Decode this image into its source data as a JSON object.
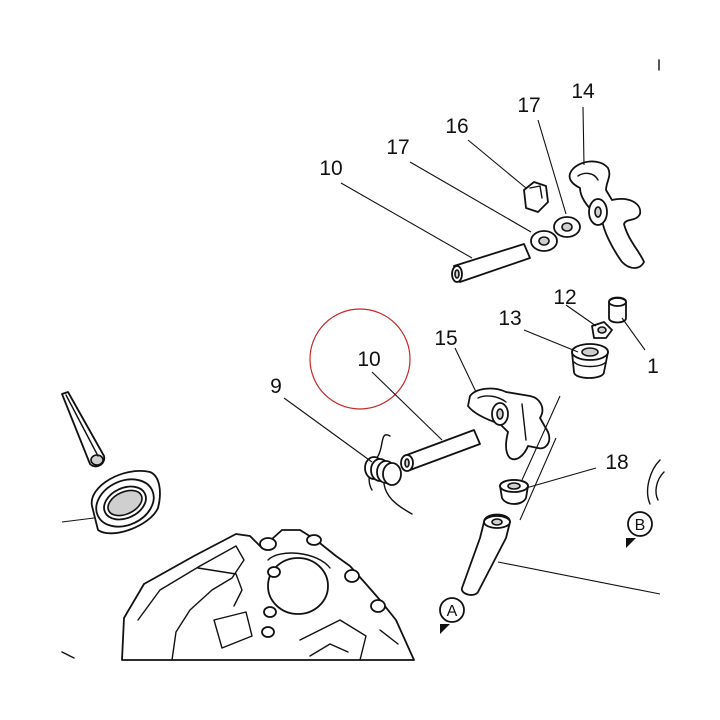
{
  "diagram": {
    "highlight_color": "#c62828",
    "line_color": "#111111",
    "labels": {
      "p14": "14",
      "p17a": "17",
      "p16": "16",
      "p17b": "17",
      "p10a": "10",
      "p12": "12",
      "p13": "13",
      "p15": "15",
      "p1": "1",
      "p10b": "10",
      "p9": "9",
      "p18": "18",
      "ref_a": "A",
      "ref_b": "B"
    }
  }
}
